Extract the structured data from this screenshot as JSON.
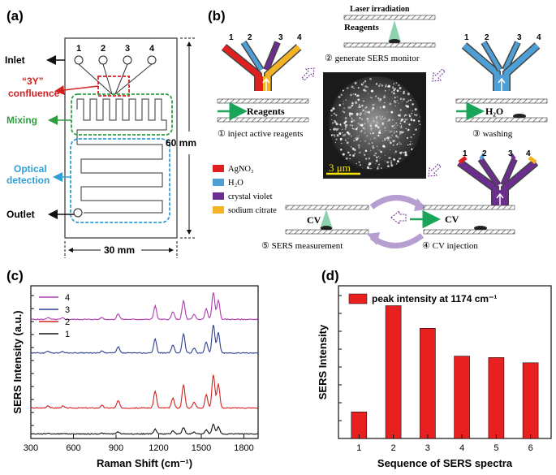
{
  "panels": {
    "a": {
      "label": "(a)",
      "inlet": "Inlet",
      "confluence_line1": "“3Y”",
      "confluence_line2": "confluence",
      "mixing": "Mixing",
      "optical_line1": "Optical",
      "optical_line2": "detection",
      "outlet": "Outlet",
      "height_dim": "60 mm",
      "width_dim": "30 mm",
      "ports": [
        "1",
        "2",
        "3",
        "4"
      ],
      "colors": {
        "confluence": "#d42020",
        "mixing": "#2e9e3e",
        "optical": "#2f9fd8"
      }
    },
    "b": {
      "label": "(b)",
      "laser": "Laser irradiation",
      "reagents_top": "Reagents",
      "step2": "② generate SERS monitor",
      "reagents_left": "Reagents",
      "step1": "① inject active reagents",
      "h2o": "H₂O",
      "step3": "③ washing",
      "scalebar": "3 μm",
      "cv_left": "CV",
      "step5": "⑤ SERS measurement",
      "cv_right": "CV",
      "step4": "④ CV injection",
      "port_labels": [
        "1",
        "2",
        "3",
        "4"
      ],
      "legend": [
        {
          "label": "AgNO₃",
          "color": "#e02020"
        },
        {
          "label": "H₂O",
          "color": "#4d9fd6"
        },
        {
          "label": "crystal violet",
          "color": "#6b2d8f"
        },
        {
          "label": "sodium citrate",
          "color": "#f3b325"
        }
      ]
    }
  },
  "chart_data": [
    {
      "panel": "(c)",
      "type": "line",
      "xlabel": "Raman Shift (cm⁻¹)",
      "ylabel": "SERS Intensity (a.u.)",
      "xlim": [
        300,
        1900
      ],
      "xticks": [
        "300",
        "600",
        "900",
        "1200",
        "1500",
        "1800"
      ],
      "legend_position": "top-left",
      "series": [
        {
          "name": "4",
          "color": "#b03ab0",
          "offset": 0.78,
          "scale": 1.0
        },
        {
          "name": "3",
          "color": "#2e3f8f",
          "offset": 0.56,
          "scale": 1.05
        },
        {
          "name": "2",
          "color": "#d42020",
          "offset": 0.2,
          "scale": 1.25
        },
        {
          "name": "1",
          "color": "#111111",
          "offset": 0.03,
          "scale": 0.35
        }
      ],
      "peaks": [
        [
          420,
          0.04
        ],
        [
          525,
          0.03
        ],
        [
          800,
          0.04
        ],
        [
          915,
          0.12
        ],
        [
          1175,
          0.28
        ],
        [
          1300,
          0.16
        ],
        [
          1375,
          0.38
        ],
        [
          1450,
          0.1
        ],
        [
          1535,
          0.22
        ],
        [
          1585,
          0.55
        ],
        [
          1620,
          0.4
        ]
      ]
    },
    {
      "panel": "(d)",
      "type": "bar",
      "legend": "peak intensity at 1174 cm⁻¹",
      "legend_position": "top-left",
      "xlabel": "Sequence of SERS spectra",
      "ylabel": "SERS Intensity",
      "categories": [
        "1",
        "2",
        "3",
        "4",
        "5",
        "6"
      ],
      "values": [
        0.2,
        1.0,
        0.83,
        0.62,
        0.61,
        0.57
      ],
      "ylim": [
        0,
        1.15
      ],
      "color": "#e82020"
    }
  ]
}
